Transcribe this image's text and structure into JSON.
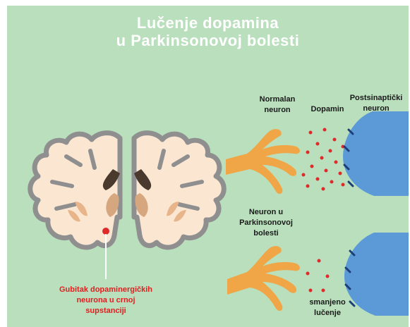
{
  "title": {
    "line1": "Lučenje dopamina",
    "line2": "u Parkinsonovoj bolesti"
  },
  "labels": {
    "normal_neuron": [
      "Normalan",
      "neuron"
    ],
    "dopamine": "Dopamin",
    "postsynaptic": [
      "Postsinaptički",
      "neuron"
    ],
    "parkinson_neuron": [
      "Neuron u",
      "Parkinsonovoj",
      "bolesti"
    ],
    "reduced_release": [
      "smanjeno",
      "lučenje"
    ],
    "loss": [
      "Gubitak dopaminergičkih",
      "neurona u crnoj",
      "supstanciji"
    ]
  },
  "colors": {
    "background": "#b9dfbd",
    "neuron": "#f0a646",
    "postsynaptic": "#5b9ad6",
    "receptor": "#1c3f7a",
    "dopamine": "#e02a2a",
    "brain_fill": "#fbe6d2",
    "brain_outline": "#8f8f8f",
    "ventricle": "#4a3a2e",
    "basal": "#d6a77e"
  }
}
